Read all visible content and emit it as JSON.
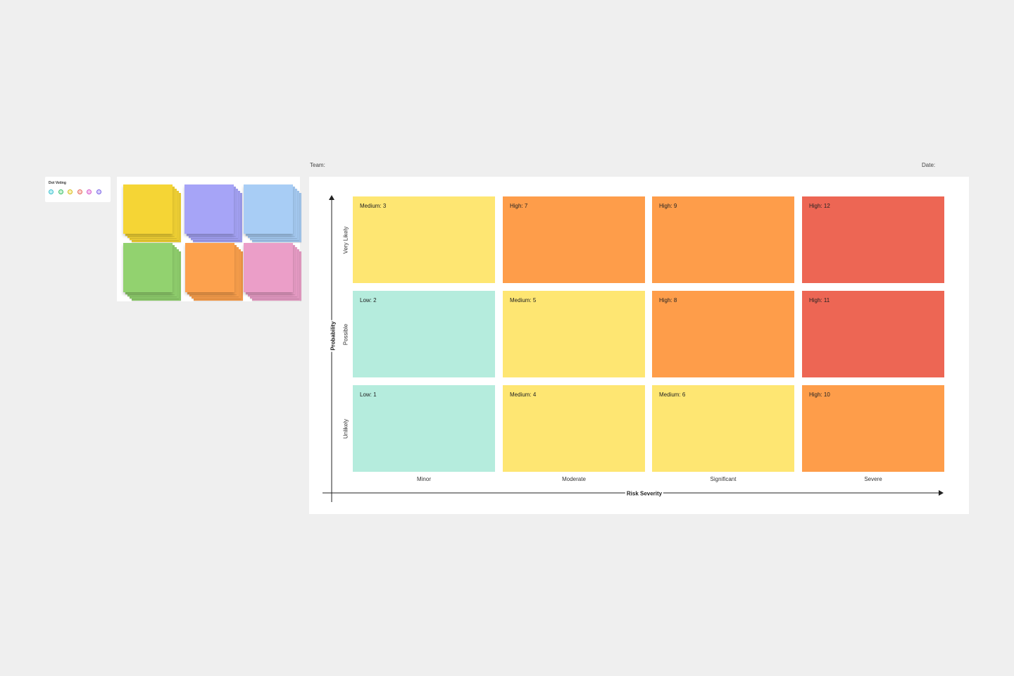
{
  "dot_voting": {
    "title": "Dot Voting",
    "dots": [
      {
        "name": "cyan",
        "fill": "#bff0f2",
        "stroke": "#3fbfcf"
      },
      {
        "name": "green",
        "fill": "#c9f2d6",
        "stroke": "#3fbf6a"
      },
      {
        "name": "yellow",
        "fill": "#fbf3b6",
        "stroke": "#d4b81c"
      },
      {
        "name": "coral",
        "fill": "#fbd2cf",
        "stroke": "#e46a5f"
      },
      {
        "name": "pink",
        "fill": "#f5c9f0",
        "stroke": "#d45ac8"
      },
      {
        "name": "violet",
        "fill": "#d8d2fb",
        "stroke": "#7b63e6"
      }
    ]
  },
  "sticky_notes": [
    {
      "name": "yellow",
      "color": "#f5d535"
    },
    {
      "name": "violet",
      "color": "#a6a4f7"
    },
    {
      "name": "light-blue",
      "color": "#a8cdf5"
    },
    {
      "name": "green",
      "color": "#92d26f"
    },
    {
      "name": "orange",
      "color": "#fda14d"
    },
    {
      "name": "pink",
      "color": "#eb9ec8"
    }
  ],
  "header": {
    "team_label": "Team:",
    "date_label": "Date:"
  },
  "matrix": {
    "y_axis_title": "Probability",
    "x_axis_title": "Risk Severity",
    "rows": [
      "Very Likely",
      "Possible",
      "Unlikely"
    ],
    "columns": [
      "Minor",
      "Moderate",
      "Significant",
      "Severe"
    ],
    "colors": {
      "low": "#b5ecdd",
      "medium": "#fee672",
      "high": "#fe9d4a",
      "critical": "#ed6654"
    },
    "cells": [
      [
        {
          "label": "Medium: 3",
          "level": "medium"
        },
        {
          "label": "High: 7",
          "level": "high"
        },
        {
          "label": "High: 9",
          "level": "high"
        },
        {
          "label": "High: 12",
          "level": "critical"
        }
      ],
      [
        {
          "label": "Low: 2",
          "level": "low"
        },
        {
          "label": "Medium: 5",
          "level": "medium"
        },
        {
          "label": "High: 8",
          "level": "high"
        },
        {
          "label": "High: 11",
          "level": "critical"
        }
      ],
      [
        {
          "label": "Low: 1",
          "level": "low"
        },
        {
          "label": "Medium: 4",
          "level": "medium"
        },
        {
          "label": "Medium: 6",
          "level": "medium"
        },
        {
          "label": "High: 10",
          "level": "high"
        }
      ]
    ]
  }
}
